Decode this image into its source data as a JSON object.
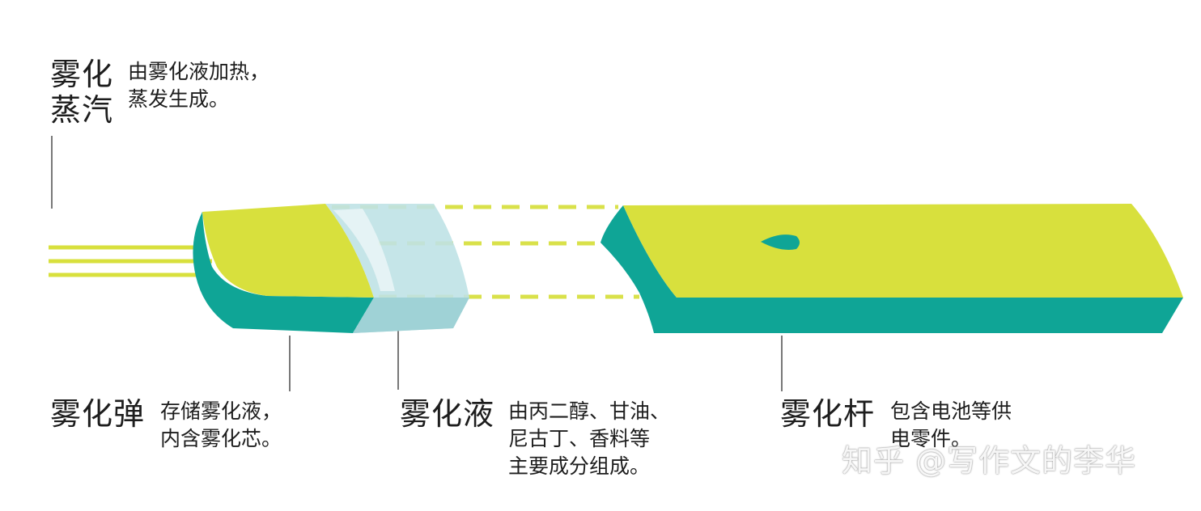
{
  "vapor": {
    "title_line1": "雾化",
    "title_line2": "蒸汽",
    "desc_line1": "由雾化液加热，",
    "desc_line2": "蒸发生成。"
  },
  "cartridge": {
    "title": "雾化弹",
    "desc_line1": "存储雾化液，",
    "desc_line2": "内含雾化芯。"
  },
  "liquid": {
    "title": "雾化液",
    "desc_line1": "由丙二醇、甘油、",
    "desc_line2": "尼古丁、香料等",
    "desc_line3": "主要成分组成。"
  },
  "rod": {
    "title": "雾化杆",
    "desc_line1": "包含电池等供",
    "desc_line2": "电零件。"
  },
  "watermark": {
    "text": "知乎 @写作文的李华"
  },
  "colors": {
    "lime": "#d8e03d",
    "teal": "#0fa596",
    "liquid": "#bfe2e6",
    "dash": "#d9e14a",
    "leader": "#4a4a4a"
  }
}
